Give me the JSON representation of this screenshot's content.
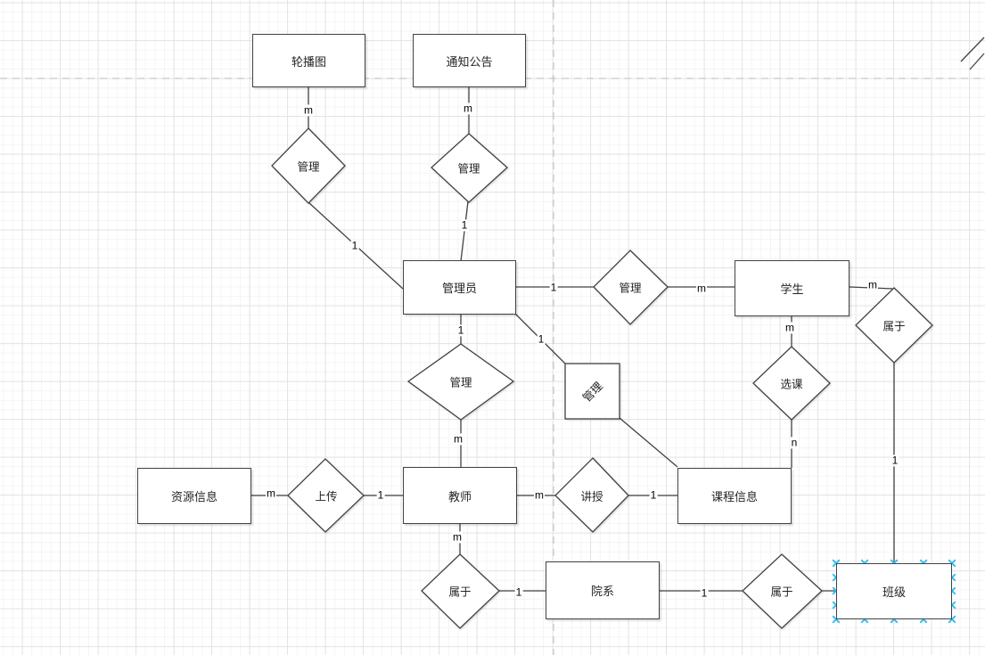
{
  "canvas": {
    "type": "diagram-editor-grid-canvas",
    "background": "#ffffff",
    "grid_minor_color": "#f5f4f4",
    "grid_major_color": "#e3e3e3",
    "page_break_color": "#bdbdbd",
    "shape_stroke": "#424242",
    "shape_fill": "#ffffff",
    "text_color": "#242424",
    "selection_color": "#33bdf2"
  },
  "entities": [
    {
      "id": "carousel",
      "label": "轮播图"
    },
    {
      "id": "notice",
      "label": "通知公告"
    },
    {
      "id": "admin",
      "label": "管理员"
    },
    {
      "id": "student",
      "label": "学生"
    },
    {
      "id": "resource",
      "label": "资源信息"
    },
    {
      "id": "teacher",
      "label": "教师"
    },
    {
      "id": "course",
      "label": "课程信息"
    },
    {
      "id": "department",
      "label": "院系"
    },
    {
      "id": "class",
      "label": "班级",
      "selected": true
    }
  ],
  "relationships": [
    {
      "id": "manage-carousel",
      "label": "管理"
    },
    {
      "id": "manage-notice",
      "label": "管理"
    },
    {
      "id": "manage-student",
      "label": "管理"
    },
    {
      "id": "manage-course",
      "label": "管理",
      "rotated": true
    },
    {
      "id": "manage-teacher",
      "label": "管理"
    },
    {
      "id": "student-belongs",
      "label": "属于"
    },
    {
      "id": "select-course",
      "label": "选课"
    },
    {
      "id": "upload",
      "label": "上传"
    },
    {
      "id": "teach",
      "label": "讲授"
    },
    {
      "id": "teacher-belongs",
      "label": "属于"
    },
    {
      "id": "class-belongs",
      "label": "属于"
    }
  ],
  "edge_labels": [
    {
      "text": "m"
    },
    {
      "text": "m"
    },
    {
      "text": "1"
    },
    {
      "text": "1"
    },
    {
      "text": "1"
    },
    {
      "text": "1"
    },
    {
      "text": "1"
    },
    {
      "text": "m"
    },
    {
      "text": "m"
    },
    {
      "text": "m"
    },
    {
      "text": "n"
    },
    {
      "text": "1"
    },
    {
      "text": "m"
    },
    {
      "text": "m"
    },
    {
      "text": "1"
    },
    {
      "text": "m"
    },
    {
      "text": "1"
    },
    {
      "text": "m"
    },
    {
      "text": "1"
    },
    {
      "text": "1"
    }
  ]
}
